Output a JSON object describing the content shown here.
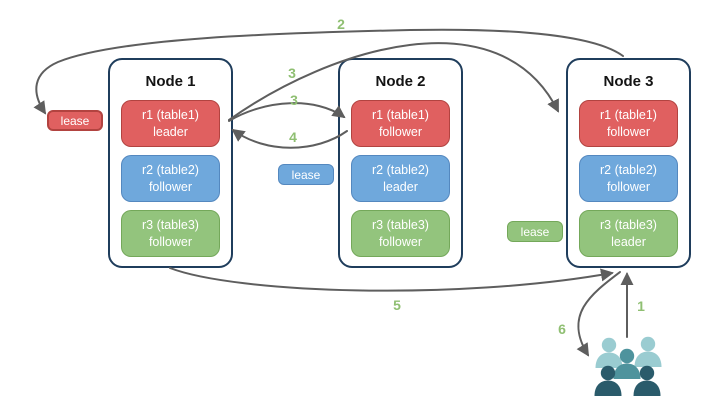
{
  "diagram": {
    "nodes": [
      {
        "title": "Node 1",
        "replicas": [
          {
            "name": "r1 (table1)",
            "role": "leader"
          },
          {
            "name": "r2 (table2)",
            "role": "follower"
          },
          {
            "name": "r3 (table3)",
            "role": "follower"
          }
        ]
      },
      {
        "title": "Node 2",
        "replicas": [
          {
            "name": "r1 (table1)",
            "role": "follower"
          },
          {
            "name": "r2 (table2)",
            "role": "leader"
          },
          {
            "name": "r3 (table3)",
            "role": "follower"
          }
        ]
      },
      {
        "title": "Node 3",
        "replicas": [
          {
            "name": "r1 (table1)",
            "role": "follower"
          },
          {
            "name": "r2 (table2)",
            "role": "follower"
          },
          {
            "name": "r3 (table3)",
            "role": "leader"
          }
        ]
      }
    ],
    "leases": [
      {
        "label": "lease",
        "color": "#e06060"
      },
      {
        "label": "lease",
        "color": "#6fa8dc"
      },
      {
        "label": "lease",
        "color": "#93c47d"
      }
    ],
    "step_labels": [
      {
        "text": "2"
      },
      {
        "text": "3"
      },
      {
        "text": "3"
      },
      {
        "text": "4"
      },
      {
        "text": "5"
      },
      {
        "text": "6"
      },
      {
        "text": "1"
      }
    ],
    "icons": {
      "users": "users-group-icon"
    },
    "colors": {
      "replica_red": "#e06060",
      "replica_blue": "#6fa8dc",
      "replica_green": "#93c47d",
      "node_border": "#1f3d5c",
      "arrow": "#5e5e5e",
      "step_label": "#8fbf72",
      "users_light": "#9accd1",
      "users_medium": "#4e939d",
      "users_dark": "#2a5b6b"
    }
  }
}
